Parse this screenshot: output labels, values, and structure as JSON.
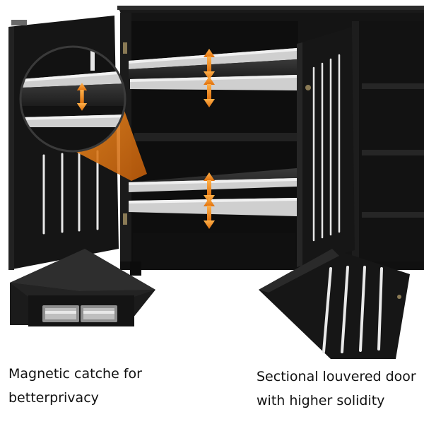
{
  "captions": {
    "left": {
      "line1": "Magnetic catche for",
      "line2": "betterprivacy"
    },
    "right": {
      "line1": "Sectional louvered door",
      "line2": "with higher solidity"
    }
  },
  "colors": {
    "cabinet": "#151515",
    "shelf": "#cfcfcf",
    "arrow": "#f08a1c",
    "background": "#ffffff",
    "text": "#111111"
  },
  "icons": [
    "arrow-updown-icon",
    "magnet-icon"
  ]
}
